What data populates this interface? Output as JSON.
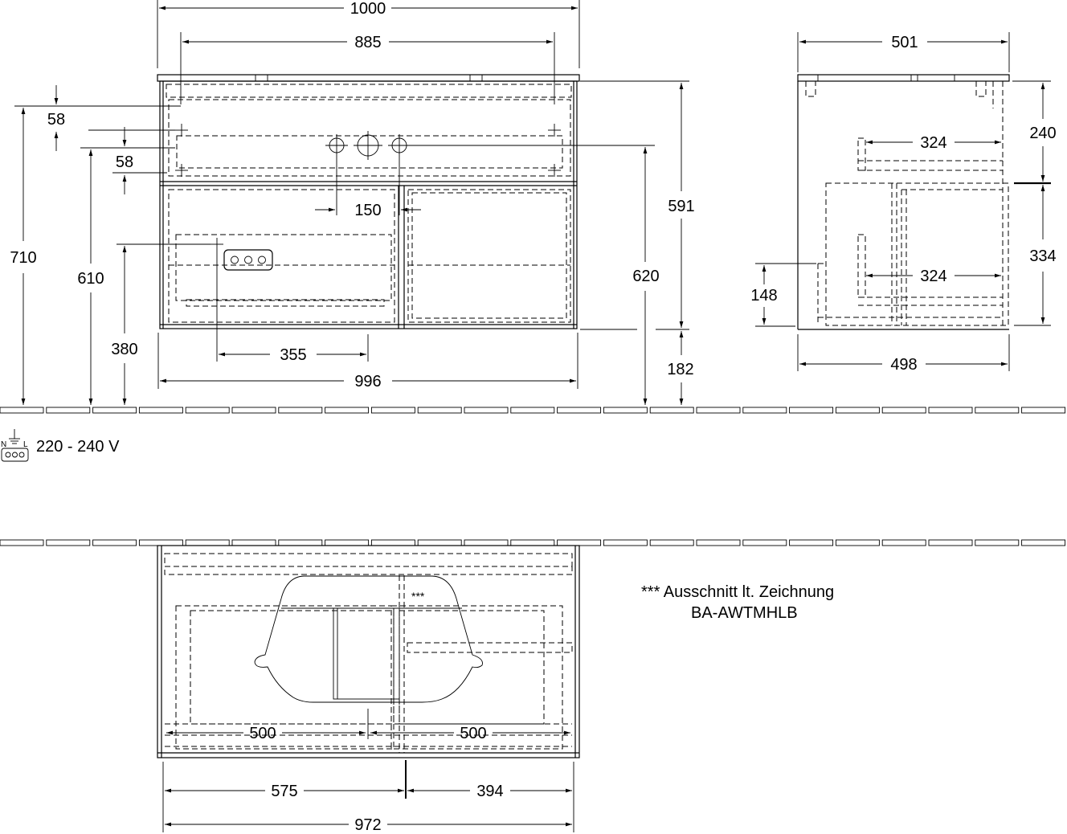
{
  "front_view": {
    "dims": {
      "overall_width": "1000",
      "inner_width": "885",
      "top_offset": "58",
      "second_offset": "58",
      "tap_spacing": "150",
      "height_710": "710",
      "height_610": "610",
      "height_380": "380",
      "socket_offset": "355",
      "body_width": "996",
      "body_height": "591",
      "tap_height": "620",
      "plinth_height": "182"
    }
  },
  "side_view": {
    "dims": {
      "top_depth": "501",
      "drawer_height": "240",
      "drawer_depth_top": "324",
      "drawer_depth_bottom": "324",
      "lower_height": "334",
      "socket_height": "148",
      "bottom_depth": "498"
    }
  },
  "electrical": {
    "voltage": "220 - 240 V",
    "symbol_labels": [
      "N",
      "L"
    ]
  },
  "top_view": {
    "dims": {
      "drawer_left": "500",
      "drawer_right": "500",
      "left_span": "575",
      "right_span": "394",
      "total_inner": "972"
    },
    "cutout_marker": "***"
  },
  "note": {
    "line1": "*** Ausschnitt lt. Zeichnung",
    "line2": "BA-AWTMHLB"
  }
}
